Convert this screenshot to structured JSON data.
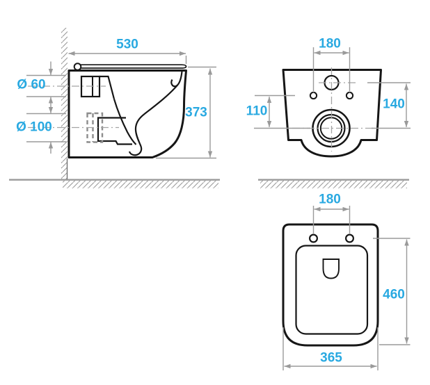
{
  "colors": {
    "dimension_text": "#29a9e1",
    "outline": "#161616",
    "dimension_lines": "#9a9a9a"
  },
  "views": {
    "side": {
      "width": "530",
      "height": "373",
      "inlet_diameter": "Ø 60",
      "outlet_diameter": "Ø 100"
    },
    "front": {
      "bolt_spacing": "180",
      "outlet_height": "110",
      "inlet_height": "140"
    },
    "top": {
      "bolt_spacing": "180",
      "length": "460",
      "width": "365"
    }
  }
}
